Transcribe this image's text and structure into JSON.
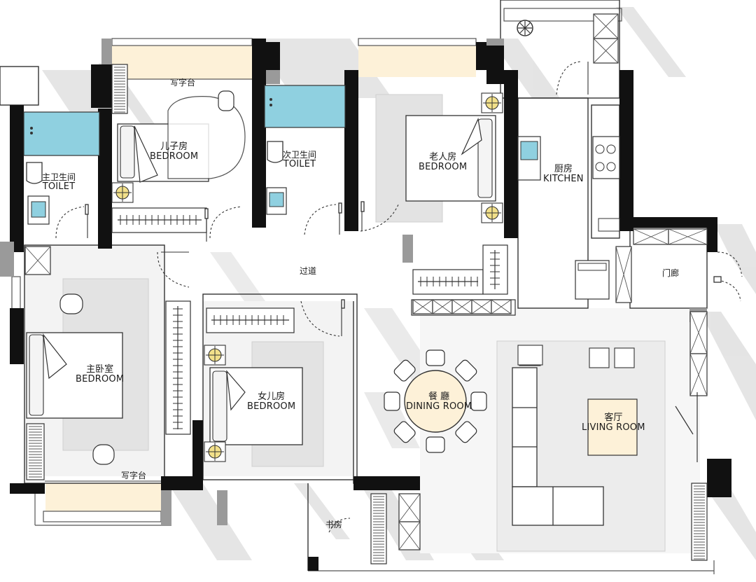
{
  "rooms": {
    "son_bedroom": {
      "zh": "儿子房",
      "en": "BEDROOM"
    },
    "elder_bedroom": {
      "zh": "老人房",
      "en": "BEDROOM"
    },
    "master_bedroom": {
      "zh": "主卧室",
      "en": "BEDROOM"
    },
    "daughter_bedroom": {
      "zh": "女儿房",
      "en": "BEDROOM"
    },
    "master_toilet": {
      "zh": "主卫生间",
      "en": "TOILET"
    },
    "second_toilet": {
      "zh": "次卫生间",
      "en": "TOILET"
    },
    "kitchen": {
      "zh": "厨房",
      "en": "KITCHEN"
    },
    "dining_room": {
      "zh": "餐 廳",
      "en": "DINING ROOM"
    },
    "living_room": {
      "zh": "客厅",
      "en": "LIVING ROOM"
    }
  },
  "labels": {
    "desk_top": "写字台",
    "desk_bottom": "写字台",
    "corridor": "过道",
    "foyer": "门廊",
    "study": "书房"
  },
  "colors": {
    "wall": "#111111",
    "glass_floor": "#8fd0e0",
    "rug": "#e3e3e3",
    "window_glow": "#fdf1d8",
    "lamp": "#f2e08a",
    "shadow": "#d9d9d9"
  }
}
